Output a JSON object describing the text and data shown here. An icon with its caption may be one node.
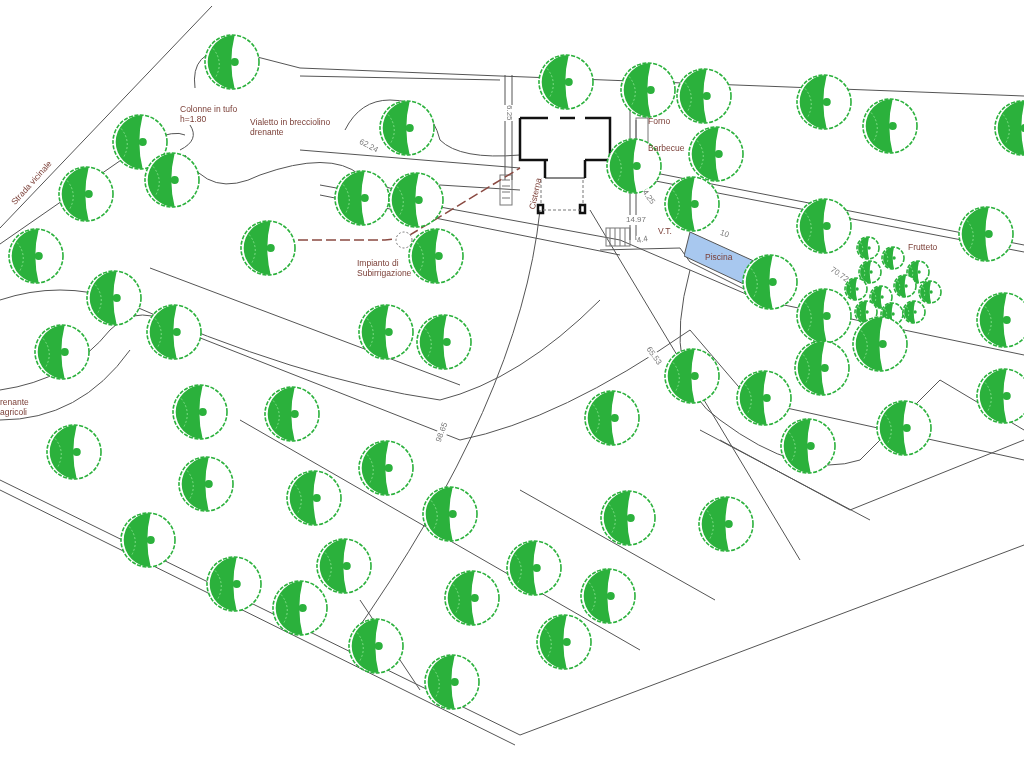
{
  "diagram": {
    "labels": [
      "Colonne in tufo h=1.80",
      "Vialetto in brecciolino drenante",
      "62.24",
      "6.25",
      "Forno",
      "Barbecue",
      "Strada vicinale",
      "Cisterna",
      "4.25",
      "14.97",
      "4.4",
      "V.T.",
      "10",
      "Impianto di Subirrigazione",
      "Piscina",
      "Frutteto",
      "70.72",
      "65.53",
      "renante agricoli",
      "98.65"
    ]
  }
}
